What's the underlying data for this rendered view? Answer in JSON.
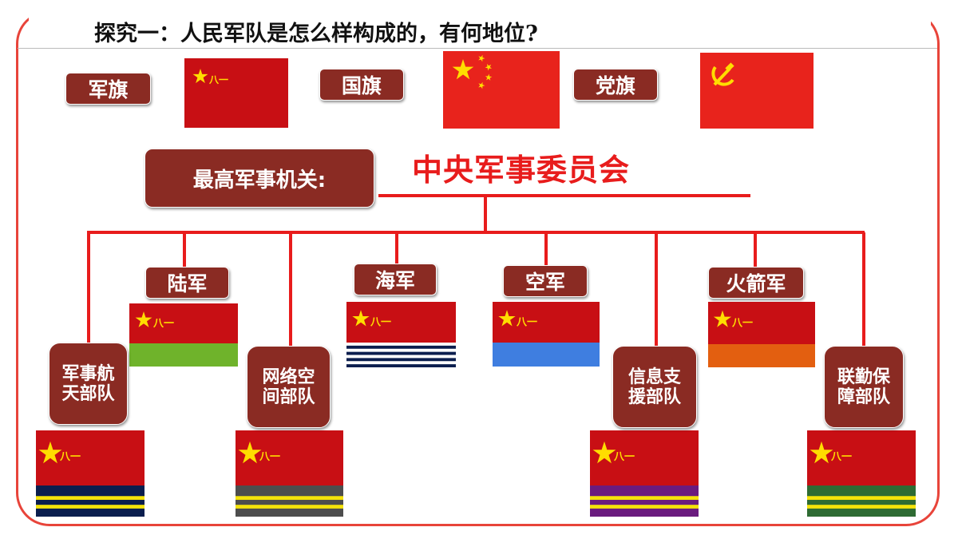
{
  "title": "探究一：人民军队是怎么样构成的，有何地位?",
  "top_flags": [
    {
      "label": "军旗",
      "flag": "army-bayi-flag"
    },
    {
      "label": "国旗",
      "flag": "five-star-red-flag"
    },
    {
      "label": "党旗",
      "flag": "hammer-sickle-flag"
    }
  ],
  "headquarters": {
    "label": "最高军事机关:",
    "name": "中央军事委员会"
  },
  "branches": [
    {
      "label": "陆军",
      "stripes": "green"
    },
    {
      "label": "海军",
      "stripes": "navy-white"
    },
    {
      "label": "空军",
      "stripes": "sky-blue"
    },
    {
      "label": "火箭军",
      "stripes": "orange"
    }
  ],
  "forces": [
    {
      "label": "军事航天部队",
      "stripes": "navy-gold"
    },
    {
      "label": "网络空间部队",
      "stripes": "gray-gold"
    },
    {
      "label": "信息支援部队",
      "stripes": "purple-gold"
    },
    {
      "label": "联勤保障部队",
      "stripes": "green-gold"
    }
  ],
  "flag_emblem_text": "八一",
  "colors": {
    "label_bg": "#8a2b23",
    "flag_red": "#c80f14",
    "bright_red": "#e81c1c",
    "star_yellow": "#ffdd00",
    "frame": "#e8443a",
    "army_green": "#6fb32b",
    "air_blue": "#3f7ee0",
    "rocket_orange": "#e35f10",
    "navy": "#0b1e4e",
    "stripe_gold": "#f5e30a",
    "cyber_gray": "#4d4d4d",
    "info_purple": "#6a1b7e",
    "logistics_green": "#2e6b33"
  }
}
